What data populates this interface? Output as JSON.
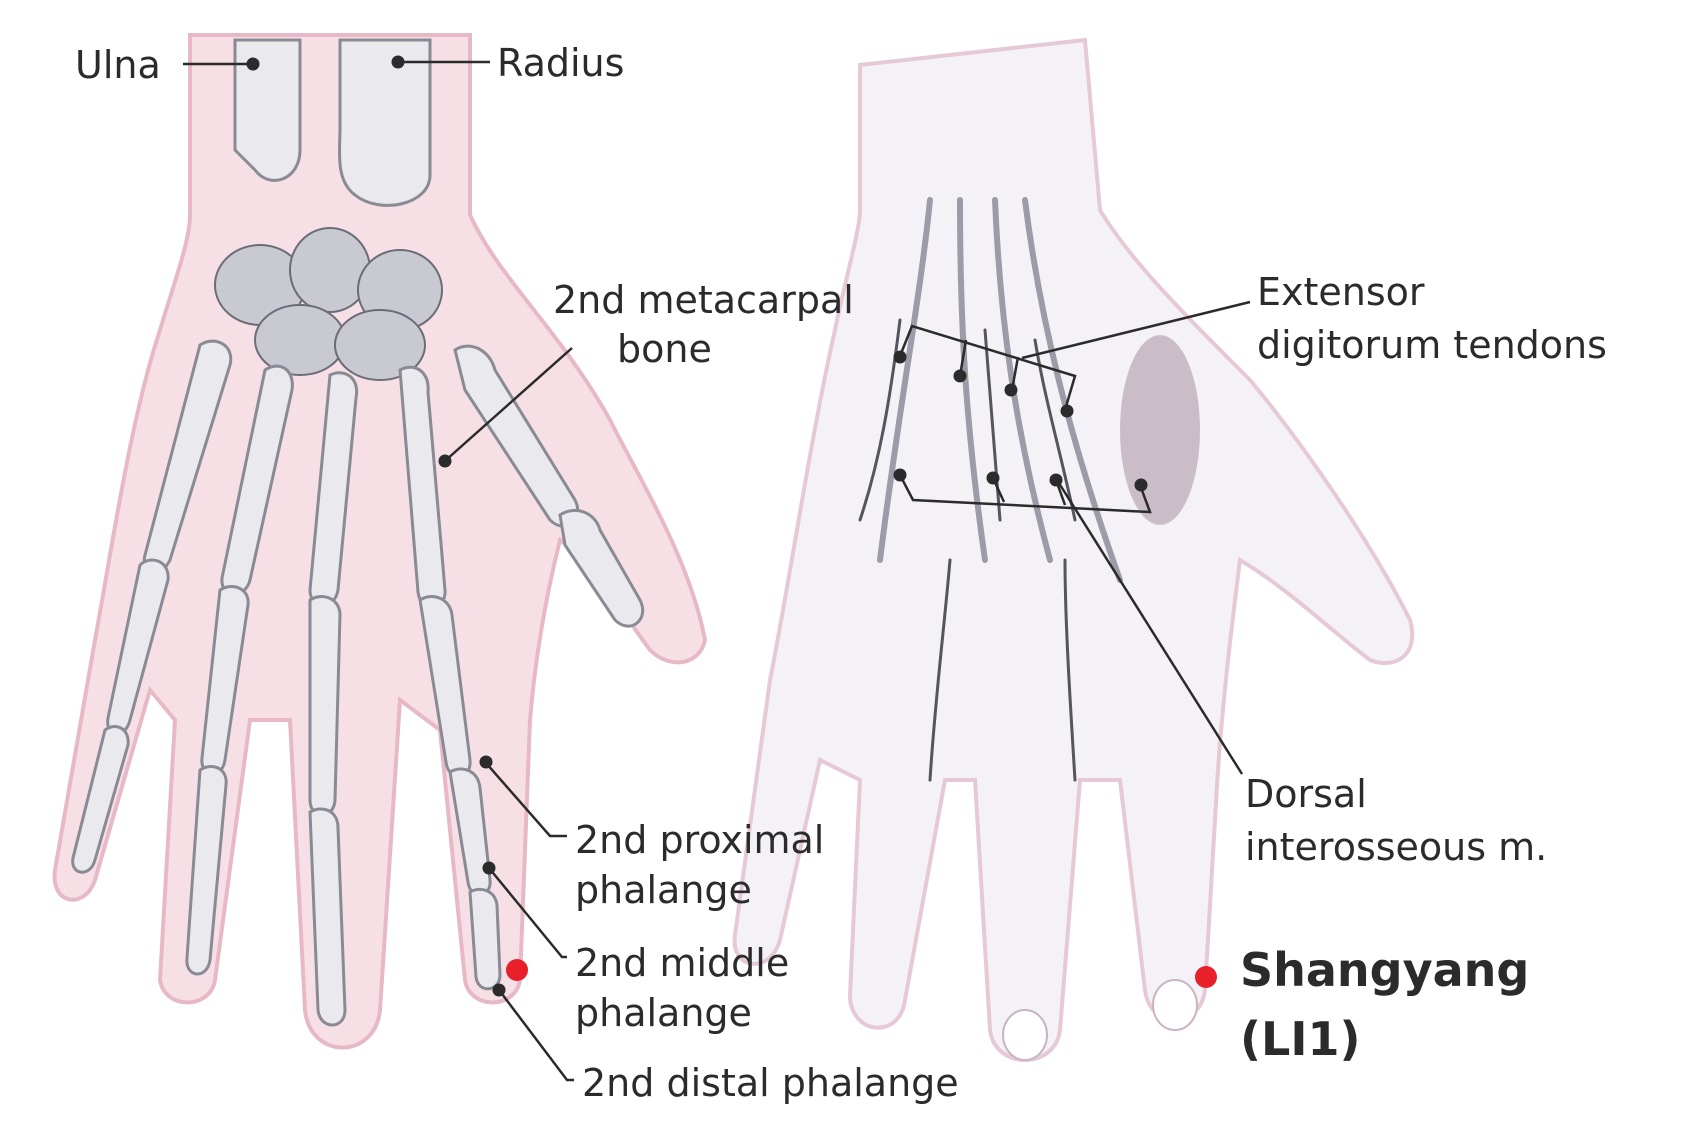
{
  "labels": {
    "ulna": "Ulna",
    "radius": "Radius",
    "metacarpal_line1": "2nd metacarpal",
    "metacarpal_line2": "bone",
    "proximal_line1": "2nd proximal",
    "proximal_line2": "phalange",
    "middle_line1": "2nd middle",
    "middle_line2": "phalange",
    "distal": "2nd distal phalange",
    "extensor_line1": "Extensor",
    "extensor_line2": "digitorum tendons",
    "dorsal_line1": "Dorsal",
    "dorsal_line2": "interosseous m.",
    "acupoint_line1": "Shangyang",
    "acupoint_line2": "(LI1)"
  },
  "colors": {
    "acupoint": "#e8202a",
    "label_text": "#2b2b2b",
    "left_hand_skin": "#f7dfe6",
    "right_hand_skin": "#f4f2f6",
    "bone": "#e9e9ee"
  }
}
